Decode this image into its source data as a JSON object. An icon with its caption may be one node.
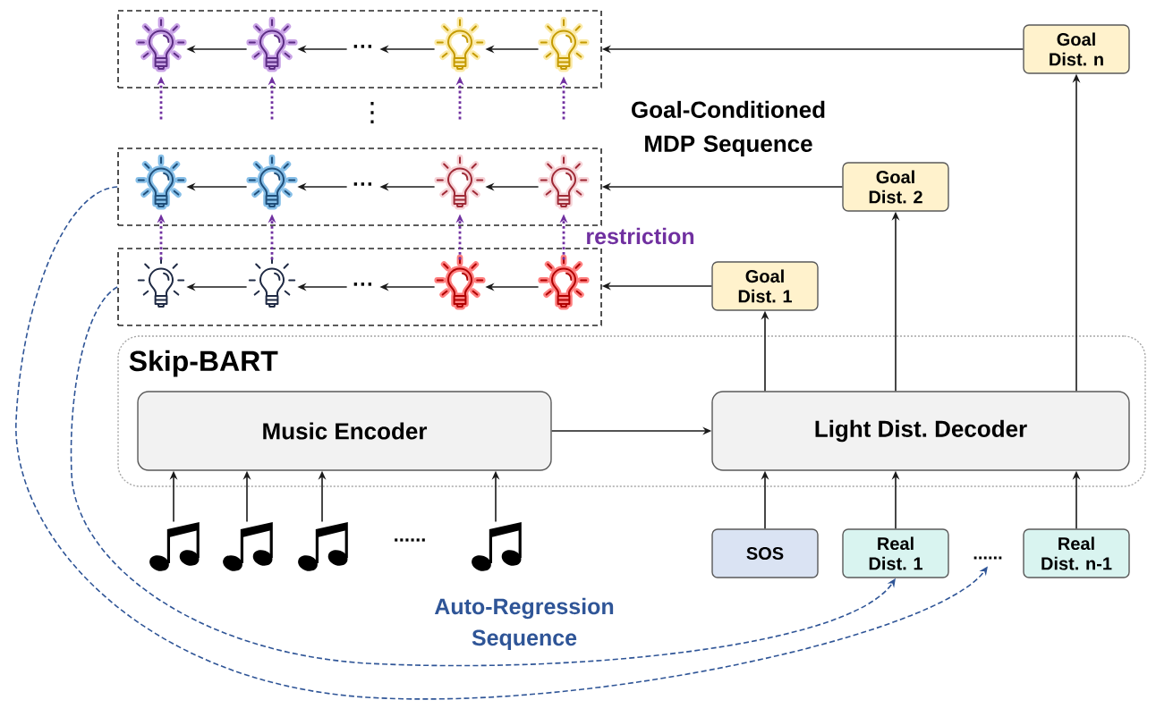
{
  "diagram": {
    "nodes": [
      {
        "text": [],
        "shape": "box"
      },
      {
        "text": [],
        "shape": "picture",
        "in": 0
      },
      {
        "text": [],
        "shape": "picture",
        "in": 0
      },
      {
        "text": [
          "···"
        ],
        "in": 0
      },
      {
        "text": [],
        "shape": "picture",
        "in": 0
      },
      {
        "text": [],
        "shape": "picture",
        "in": 0
      },
      {
        "text": [
          "Goal Dist. n"
        ]
      },
      {
        "text": [],
        "shape": "box"
      },
      {
        "text": [],
        "shape": "picture",
        "in": 7
      },
      {
        "text": [],
        "shape": "picture",
        "in": 7
      },
      {
        "text": [
          "···"
        ],
        "in": 7
      },
      {
        "text": [],
        "shape": "picture",
        "in": 7
      },
      {
        "text": [],
        "shape": "picture",
        "in": 7
      },
      {
        "text": [
          "Goal Dist. 2"
        ]
      },
      {
        "text": [],
        "shape": "box"
      },
      {
        "text": [],
        "shape": "picture",
        "in": 14
      },
      {
        "text": [],
        "shape": "picture",
        "in": 14
      },
      {
        "text": [
          "···"
        ],
        "in": 14
      },
      {
        "text": [],
        "shape": "picture",
        "in": 14
      },
      {
        "text": [],
        "shape": "picture",
        "in": 14
      },
      {
        "text": [
          "Goal Dist. 1"
        ]
      },
      {
        "text": [
          "Skip-BART"
        ]
      },
      {
        "text": [
          "Music Encoder"
        ],
        "in": 21
      },
      {
        "text": [
          "Light Dist. Decoder"
        ],
        "in": 21
      },
      {
        "text": [],
        "shape": "picture"
      },
      {
        "text": [],
        "shape": "picture"
      },
      {
        "text": [],
        "shape": "picture"
      },
      {
        "text": [],
        "shape": "picture"
      },
      {
        "text": [
          "SOS"
        ]
      },
      {
        "text": [
          "Real Dist. 1"
        ]
      },
      {
        "text": [
          "......"
        ]
      },
      {
        "text": [
          "Real Dist. n-1"
        ]
      }
    ],
    "edges": [
      {
        "from": 5,
        "to": 4,
        "arrow": "to"
      },
      {
        "from": 4,
        "to": 3,
        "arrow": "to"
      },
      {
        "from": 3,
        "to": 2,
        "arrow": "to"
      },
      {
        "from": 2,
        "to": 1,
        "arrow": "to"
      },
      {
        "from": 6,
        "to": 0,
        "arrow": "to"
      },
      {
        "from": 12,
        "to": 11,
        "arrow": "to"
      },
      {
        "from": 11,
        "to": 10,
        "arrow": "to"
      },
      {
        "from": 10,
        "to": 9,
        "arrow": "to"
      },
      {
        "from": 9,
        "to": 8,
        "arrow": "to"
      },
      {
        "from": 13,
        "to": 7,
        "arrow": "to"
      },
      {
        "from": 19,
        "to": 18,
        "arrow": "to"
      },
      {
        "from": 18,
        "to": 17,
        "arrow": "to"
      },
      {
        "from": 17,
        "to": 16,
        "arrow": "to"
      },
      {
        "from": 16,
        "to": 15,
        "arrow": "to"
      },
      {
        "from": 20,
        "to": 14,
        "arrow": "to"
      },
      {
        "from": null,
        "to": 1,
        "arrow": "to",
        "style": "dashed",
        "color": "#7030a0"
      },
      {
        "from": null,
        "to": 2,
        "arrow": "to",
        "style": "dashed",
        "color": "#7030a0"
      },
      {
        "from": null,
        "to": 4,
        "arrow": "to",
        "style": "dashed",
        "color": "#7030a0"
      },
      {
        "from": null,
        "to": 5,
        "arrow": "to",
        "style": "dashed",
        "color": "#7030a0"
      },
      {
        "from": 15,
        "to": 8,
        "arrow": "to",
        "style": "dashed",
        "color": "#7030a0"
      },
      {
        "from": 16,
        "to": 9,
        "arrow": "to",
        "style": "dashed",
        "color": "#7030a0"
      },
      {
        "from": 18,
        "to": 11,
        "arrow": "to",
        "style": "dashed",
        "color": "#7030a0"
      },
      {
        "from": 19,
        "to": 12,
        "arrow": "to",
        "style": "dashed",
        "color": "#7030a0"
      },
      {
        "from": 22,
        "to": 23,
        "arrow": "to"
      },
      {
        "from": 23,
        "to": 20,
        "arrow": "to"
      },
      {
        "from": 23,
        "to": 13,
        "arrow": "to"
      },
      {
        "from": 23,
        "to": 6,
        "arrow": "to"
      },
      {
        "from": 24,
        "to": 22,
        "arrow": "to"
      },
      {
        "from": 25,
        "to": 22,
        "arrow": "to"
      },
      {
        "from": 26,
        "to": 22,
        "arrow": "to"
      },
      {
        "from": 27,
        "to": 22,
        "arrow": "to"
      },
      {
        "from": 28,
        "to": 23,
        "arrow": "to"
      },
      {
        "from": 29,
        "to": 23,
        "arrow": "to"
      },
      {
        "from": 31,
        "to": 23,
        "arrow": "to"
      },
      {
        "from": 14,
        "to": 29,
        "arrow": "to",
        "style": "dashed",
        "color": "#2f5597"
      },
      {
        "from": 7,
        "to": 30,
        "arrow": "to",
        "style": "dashed",
        "color": "#2f5597"
      }
    ],
    "labels": [
      "⋮",
      "Goal-Conditioned MDP Sequence",
      "restriction",
      "......",
      "Auto-Regression Sequence"
    ]
  }
}
